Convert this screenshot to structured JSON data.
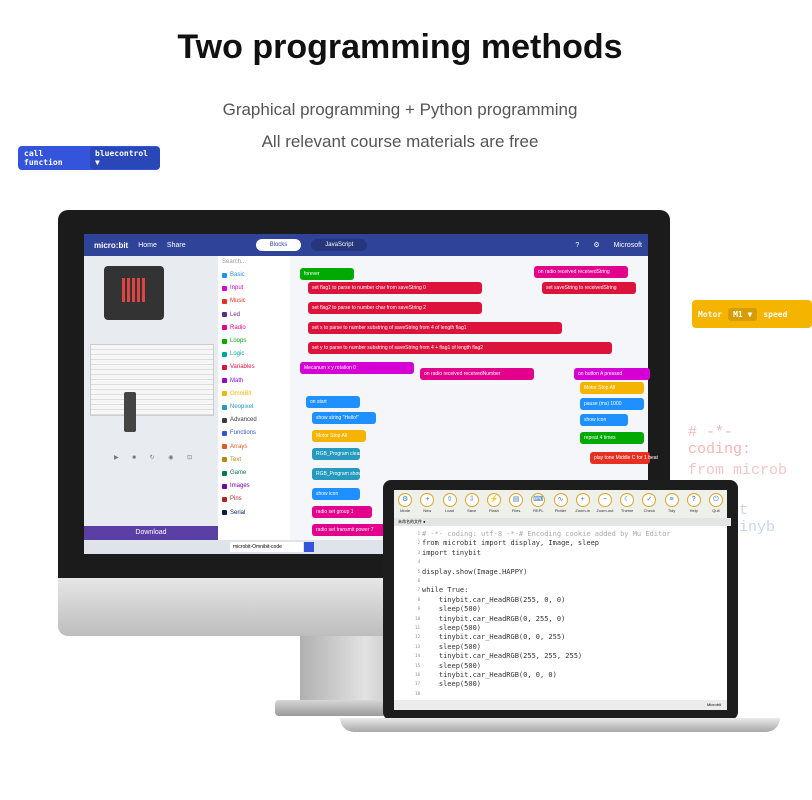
{
  "title": "Two programming methods",
  "subtitle_1": "Graphical programming + Python programming",
  "subtitle_2": "All relevant course materials are free",
  "float_block_left": {
    "label": "call function",
    "dropdown": "bluecontrol ▼"
  },
  "float_block_right": {
    "label": "Motor",
    "dropdown": "M1 ▼",
    "tail": "speed"
  },
  "ghost_text": [
    "# -*- coding:",
    "from microb",
    "rt tinyb"
  ],
  "makecode": {
    "logo": "micro:bit",
    "home": "Home",
    "share": "Share",
    "tab_blocks": "Blocks",
    "tab_js": "JavaScript",
    "brand": "Microsoft",
    "search": "Search...",
    "download": "Download",
    "filename": "microbit-Omnibit-code",
    "toolbox": [
      {
        "label": "Basic",
        "color": "#1e90ff"
      },
      {
        "label": "Input",
        "color": "#d400d4"
      },
      {
        "label": "Music",
        "color": "#e63022"
      },
      {
        "label": "Led",
        "color": "#5c2d91"
      },
      {
        "label": "Radio",
        "color": "#e3008c"
      },
      {
        "label": "Loops",
        "color": "#00aa00"
      },
      {
        "label": "Logic",
        "color": "#00a4a6"
      },
      {
        "label": "Variables",
        "color": "#dc143c"
      },
      {
        "label": "Math",
        "color": "#9400d3"
      },
      {
        "label": "OmniBit",
        "color": "#f4b400"
      },
      {
        "label": "Neopixel",
        "color": "#2699bf"
      },
      {
        "label": "Advanced",
        "color": "#3c3c3c"
      },
      {
        "label": "Functions",
        "color": "#3455db"
      },
      {
        "label": "Arrays",
        "color": "#e65722"
      },
      {
        "label": "Text",
        "color": "#b8860b"
      },
      {
        "label": "Game",
        "color": "#007a4b"
      },
      {
        "label": "Images",
        "color": "#7600a8"
      },
      {
        "label": "Pins",
        "color": "#b22222"
      },
      {
        "label": "Serial",
        "color": "#002050"
      }
    ],
    "blocks": [
      {
        "text": "forever",
        "color": "#00aa00"
      },
      {
        "text": "set flag1 to parse to number char from saveString 0",
        "color": "#dc143c"
      },
      {
        "text": "set flag2 to parse to number char from saveString 2",
        "color": "#dc143c"
      },
      {
        "text": "set x to parse to number substring of saveString from 4 of length flag1",
        "color": "#dc143c"
      },
      {
        "text": "set y to parse to number substring of saveString from 4 + flag1 of length flag2",
        "color": "#dc143c"
      },
      {
        "text": "Mecanum x y rotation 0",
        "color": "#d400d4"
      },
      {
        "text": "on radio received receivedString",
        "color": "#e3008c"
      },
      {
        "text": "set saveString to receivedString",
        "color": "#dc143c"
      },
      {
        "text": "on radio received receivedNumber",
        "color": "#e3008c"
      },
      {
        "text": "on start",
        "color": "#1e90ff"
      },
      {
        "text": "show string \"Hello!\"",
        "color": "#1e90ff"
      },
      {
        "text": "Motor Stop All",
        "color": "#f4b400"
      },
      {
        "text": "RGB_Program clear",
        "color": "#2699bf"
      },
      {
        "text": "RGB_Program show",
        "color": "#2699bf"
      },
      {
        "text": "show icon",
        "color": "#1e90ff"
      },
      {
        "text": "radio set group 1",
        "color": "#e3008c"
      },
      {
        "text": "radio set transmit power 7",
        "color": "#e3008c"
      },
      {
        "text": "on button A pressed",
        "color": "#d400d4"
      },
      {
        "text": "Motor Stop All",
        "color": "#f4b400"
      },
      {
        "text": "pause (ms) 1000",
        "color": "#1e90ff"
      },
      {
        "text": "show icon",
        "color": "#1e90ff"
      },
      {
        "text": "repeat 4 times",
        "color": "#00aa00"
      },
      {
        "text": "play tone Middle C for 1 beat",
        "color": "#e63022"
      }
    ]
  },
  "mu": {
    "buttons": [
      "Mode",
      "New",
      "Load",
      "Save",
      "Flash",
      "Files",
      "REPL",
      "Plotter",
      "Zoom-in",
      "Zoom-out",
      "Theme",
      "Check",
      "Tidy",
      "Help",
      "Quit"
    ],
    "tab": "未命名的文件 ●",
    "code": [
      "# -*- coding: utf-8 -*-# Encoding cookie added by Mu Editor",
      "from microbit import display, Image, sleep",
      "import tinybit",
      "",
      "display.show(Image.HAPPY)",
      "",
      "while True:",
      "    tinybit.car_HeadRGB(255, 0, 0)",
      "    sleep(500)",
      "    tinybit.car_HeadRGB(0, 255, 0)",
      "    sleep(500)",
      "    tinybit.car_HeadRGB(0, 0, 255)",
      "    sleep(500)",
      "    tinybit.car_HeadRGB(255, 255, 255)",
      "    sleep(500)",
      "    tinybit.car_HeadRGB(0, 0, 0)",
      "    sleep(500)",
      ""
    ],
    "status": "Microbit"
  }
}
